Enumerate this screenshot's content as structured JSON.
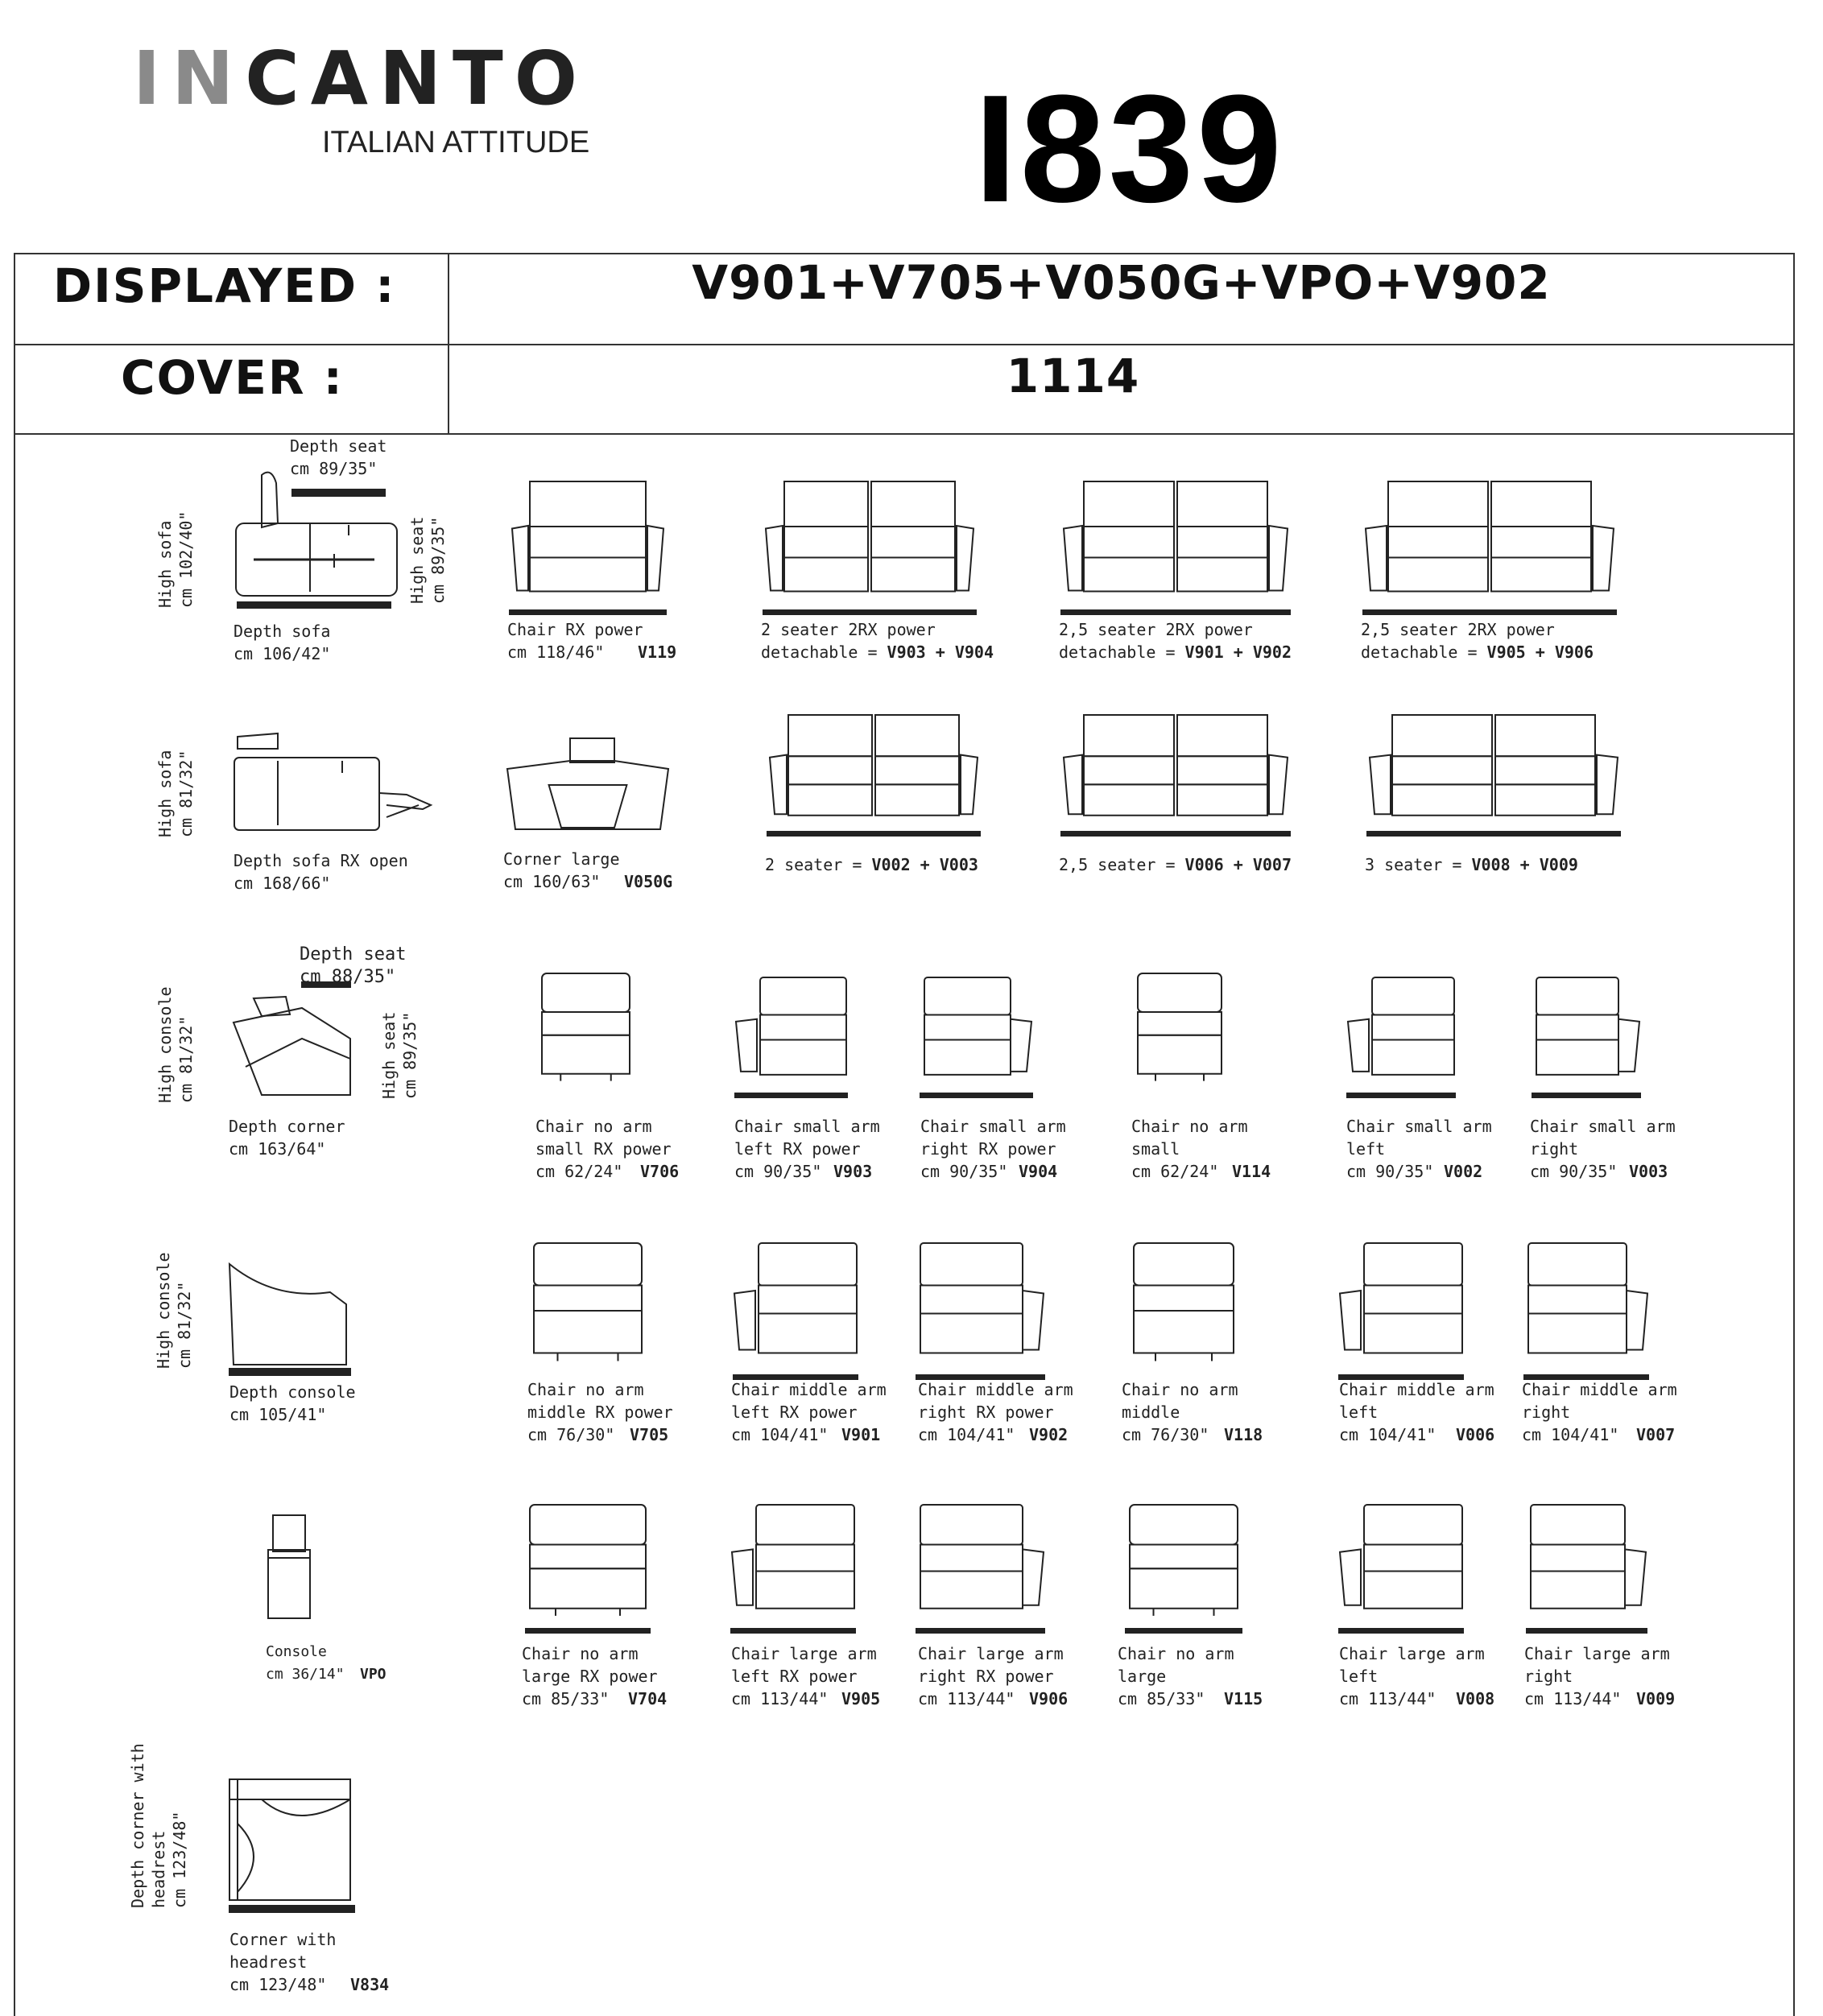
{
  "header": {
    "brand_a": "IN",
    "brand_b": "CANTO",
    "brand_tagline": "ITALIAN ATTITUDE",
    "model_number": "I839"
  },
  "info_table": {
    "displayed_label": "DISPLAYED :",
    "displayed_value": "V901+V705+V050G+VPO+V902",
    "cover_label": "COVER :",
    "cover_value": "1114"
  },
  "dimensions": {
    "row1": {
      "depth_seat": "Depth seat\ncm 89/35\"",
      "high_sofa": "High sofa\ncm 102/40\"",
      "high_seat": "High seat\ncm 89/35\"",
      "depth_sofa": "Depth sofa\ncm 106/42\""
    },
    "row2": {
      "high_sofa": "High sofa\ncm 81/32\"",
      "depth_sofa_open": "Depth sofa RX open\ncm 168/66\""
    },
    "row3": {
      "depth_seat": "Depth seat\ncm 88/35\"",
      "high_console": "High console\ncm 81/32\"",
      "high_seat": "High seat\ncm 89/35\"",
      "depth_corner": "Depth corner\ncm 163/64\""
    },
    "row4": {
      "high_console": "High console\ncm 81/32\"",
      "depth_console": "Depth console\ncm 105/41\""
    },
    "row5": {
      "console": "Console\ncm 36/14\"",
      "console_code": "VPO"
    },
    "row6": {
      "depth_corner": "Depth corner with\nheadrest\ncm 123/48\"",
      "corner_caption": "Corner with\nheadrest\ncm 123/48\"",
      "corner_code": "V834"
    }
  },
  "items": [
    {
      "text": "Chair RX power\ncm 118/46\"",
      "code": "V119"
    },
    {
      "text": "2 seater 2RX power\ndetachable = ",
      "code": "V903 + V904"
    },
    {
      "text": "2,5 seater 2RX power\ndetachable = ",
      "code": "V901 + V902"
    },
    {
      "text": "2,5 seater 2RX power\ndetachable = ",
      "code": "V905 + V906"
    },
    {
      "text": "Corner large\ncm 160/63\"",
      "code": "V050G"
    },
    {
      "text": "2 seater = ",
      "code": "V002 + V003"
    },
    {
      "text": "2,5 seater = ",
      "code": "V006 + V007"
    },
    {
      "text": "3 seater = ",
      "code": "V008 + V009"
    },
    {
      "text": "Chair no arm\nsmall RX power\ncm 62/24\"",
      "code": "V706"
    },
    {
      "text": "Chair small arm\nleft RX power\ncm 90/35\"",
      "code": "V903"
    },
    {
      "text": "Chair small arm\nright RX power\ncm 90/35\"",
      "code": "V904"
    },
    {
      "text": "Chair no arm\nsmall\ncm 62/24\"",
      "code": "V114"
    },
    {
      "text": "Chair small arm\nleft\ncm 90/35\"",
      "code": "V002"
    },
    {
      "text": "Chair small arm\nright\ncm 90/35\"",
      "code": "V003"
    },
    {
      "text": "Chair no arm\nmiddle RX power\ncm 76/30\"",
      "code": "V705"
    },
    {
      "text": "Chair middle arm\nleft RX power\ncm 104/41\"",
      "code": "V901"
    },
    {
      "text": "Chair middle arm\nright RX power\ncm 104/41\"",
      "code": "V902"
    },
    {
      "text": "Chair no arm\nmiddle\ncm 76/30\"",
      "code": "V118"
    },
    {
      "text": "Chair middle arm\nleft\ncm 104/41\"",
      "code": "V006"
    },
    {
      "text": "Chair middle arm\nright\ncm 104/41\"",
      "code": "V007"
    },
    {
      "text": "Chair no arm\nlarge RX power\ncm 85/33\"",
      "code": "V704"
    },
    {
      "text": "Chair large arm\nleft RX power\ncm 113/44\"",
      "code": "V905"
    },
    {
      "text": "Chair large arm\nright RX power\ncm 113/44\"",
      "code": "V906"
    },
    {
      "text": "Chair no arm\nlarge\ncm 85/33\"",
      "code": "V115"
    },
    {
      "text": "Chair large arm\nleft\ncm 113/44\"",
      "code": "V008"
    },
    {
      "text": "Chair large arm\nright\ncm 113/44\"",
      "code": "V009"
    }
  ]
}
